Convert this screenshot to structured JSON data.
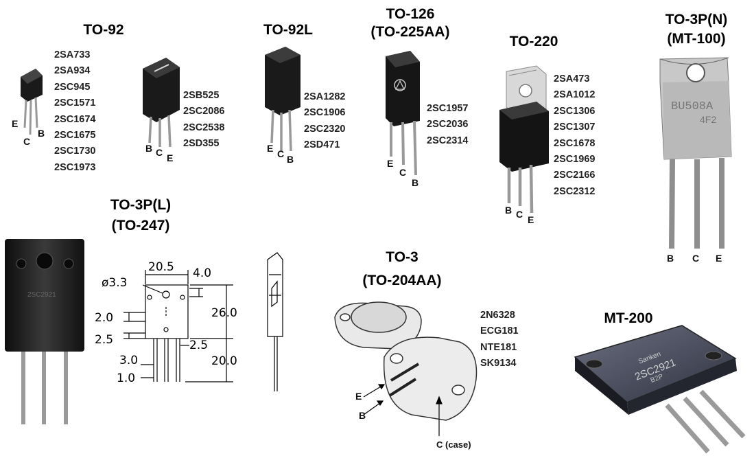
{
  "packages": {
    "to92": {
      "title": "TO-92",
      "parts": [
        "2SA733",
        "2SA934",
        "2SC945",
        "2SC1571",
        "2SC1674",
        "2SC1675",
        "2SC1730",
        "2SC1973"
      ],
      "pins": [
        "E",
        "C",
        "B"
      ]
    },
    "to92_variant": {
      "parts": [
        "2SB525",
        "2SC2086",
        "2SC2538",
        "2SD355"
      ],
      "pins": [
        "B",
        "C",
        "E"
      ]
    },
    "to92l": {
      "title": "TO-92L",
      "parts": [
        "2SA1282",
        "2SC1906",
        "2SC2320",
        "2SD471"
      ],
      "pins": [
        "E",
        "C",
        "B"
      ]
    },
    "to126": {
      "title": "TO-126",
      "subtitle": "(TO-225AA)",
      "parts": [
        "2SC1957",
        "2SC2036",
        "2SC2314"
      ],
      "pins": [
        "E",
        "C",
        "B"
      ]
    },
    "to220": {
      "title": "TO-220",
      "parts": [
        "2SA473",
        "2SA1012",
        "2SC1306",
        "2SC1307",
        "2SC1678",
        "2SC1969",
        "2SC2166",
        "2SC2312"
      ],
      "pins": [
        "B",
        "C",
        "E"
      ]
    },
    "to3pn": {
      "title": "TO-3P(N)",
      "subtitle": "(MT-100)",
      "pins": [
        "B",
        "C",
        "E"
      ],
      "body_marking_1": "BU508A",
      "body_marking_2": "4F2"
    },
    "to3pl": {
      "title": "TO-3P(L)",
      "subtitle": "(TO-247)",
      "body_marking": "2SC2921",
      "dimensions": {
        "width": "20.5",
        "tab": "4.0",
        "hole": "ø3.3",
        "body_height": "26.0",
        "d1": "2.0",
        "d2": "2.5",
        "d3": "2.5",
        "pitch": "3.0",
        "lead_width": "1.0",
        "lead_length": "20.0"
      }
    },
    "to3": {
      "title": "TO-3",
      "subtitle": "(TO-204AA)",
      "parts": [
        "2N6328",
        "ECG181",
        "NTE181",
        "SK9134"
      ],
      "pins": [
        "E",
        "B"
      ],
      "case_label": "C (case)"
    },
    "mt200": {
      "title": "MT-200",
      "body_brand": "Sanken",
      "body_marking": "2SC2921",
      "body_code": "B2P"
    }
  },
  "colors": {
    "body": "#1c1c1c",
    "lead": "#9a9a9a",
    "metal": "#c9c9c9",
    "ink": "#000000"
  }
}
